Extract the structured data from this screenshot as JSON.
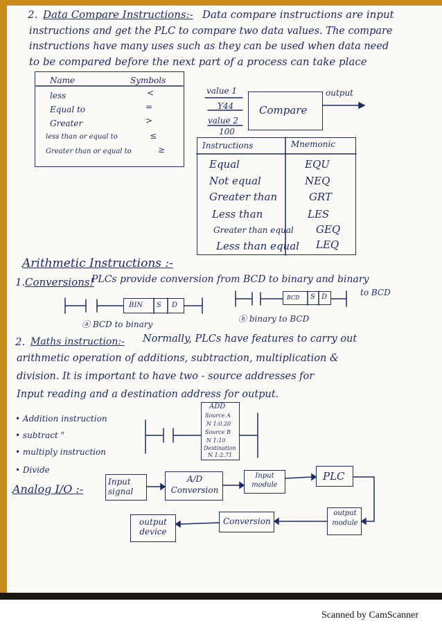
{
  "intro": {
    "line1_num": "2.",
    "line1_title": "Data Compare Instructions:-",
    "line1_rest": "Data compare instructions are input",
    "line2": "instructions and get the PLC to compare two data values. The compare",
    "line3": "instructions have many uses such as they can be used when data need",
    "line4": "to be compared before the next part of a process can take place"
  },
  "symbols_table": {
    "headers": [
      "Name",
      "Symbols"
    ],
    "rows": [
      {
        "name": "less",
        "symbol": "<"
      },
      {
        "name": "Equal to",
        "symbol": "="
      },
      {
        "name": "Greater",
        "symbol": ">"
      },
      {
        "name": "less than or equal to",
        "symbol": "≤"
      },
      {
        "name": "Greater than or equal to",
        "symbol": "≥"
      }
    ]
  },
  "compare_block": {
    "value1_label": "value 1",
    "value1": "Y44",
    "value2_label": "value 2",
    "value2": "100",
    "block_label": "Compare",
    "output_label": "output"
  },
  "mnemonic_table": {
    "headers": [
      "Instructions",
      "Mnemonic"
    ],
    "rows": [
      {
        "instruction": "Equal",
        "mnemonic": "EQU"
      },
      {
        "instruction": "Not equal",
        "mnemonic": "NEQ"
      },
      {
        "instruction": "Greater than",
        "mnemonic": "GRT"
      },
      {
        "instruction": "Less than",
        "mnemonic": "LES"
      },
      {
        "instruction": "Greater than equal",
        "mnemonic": "GEQ"
      },
      {
        "instruction": "Less than equal",
        "mnemonic": "LEQ"
      }
    ]
  },
  "arithmetic": {
    "title": "Arithmetic Instructions :-",
    "conv_num": "1.",
    "conv_title": "Conversions!",
    "conv_text": "PLCs provide conversion from BCD to binary and binary",
    "conv_text2": "to BCD",
    "rung_a_block": [
      "BIN",
      "S",
      "D"
    ],
    "rung_b_block": [
      "BCD",
      "S",
      "D"
    ],
    "caption_a": "ⓐ BCD to binary",
    "caption_b": "ⓑ binary to BCD"
  },
  "maths": {
    "num": "2.",
    "title": "Maths instruction:-",
    "line1_rest": "Normally, PLCs have features to carry out",
    "line2": "arithmetic operation of additions, subtraction, multiplication &",
    "line3": "division. It is important to have two - source addresses for",
    "line4": "Input reading and a destination address for output.",
    "bullets": [
      "Addition instruction",
      "subtract \"",
      "multiply instruction",
      "Divide"
    ],
    "add_block": [
      "ADD",
      "Source A",
      "N 1:0.20",
      "Source B",
      "N 1:10",
      "Destination",
      "N 1:2.71"
    ]
  },
  "analog": {
    "title": "Analog I/O :-",
    "blocks": [
      "Input signal",
      "A/D Conversion",
      "Input module",
      "PLC",
      "output module",
      "Conversion",
      "output device"
    ]
  },
  "footer": "Scanned by CamScanner"
}
